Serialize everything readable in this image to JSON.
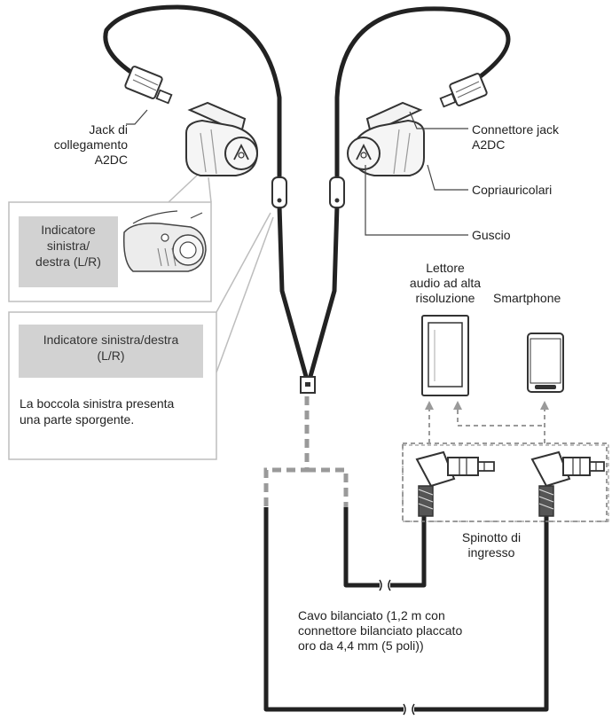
{
  "labels": {
    "jack_connection": "Jack di\ncollegamento\nA2DC",
    "connector_jack": "Connettore jack\nA2DC",
    "ear_tips": "Copriauricolari",
    "housing": "Guscio",
    "player": "Lettore\naudio ad alta\nrisoluzione",
    "smartphone": "Smartphone",
    "input_plug": "Spinotto di\ningresso",
    "balanced_cable": "Cavo bilanciato (1,2 m con\nconnettore bilanciato placcato\noro da 4,4 mm (5 poli))"
  },
  "callouts": {
    "lr_indicator_small": "Indicatore\nsinistra/\ndestra (L/R)",
    "lr_indicator_large": "Indicatore sinistra/destra\n(L/R)",
    "left_bushing_note": "La boccola sinistra presenta\nuna parte sporgente."
  },
  "colors": {
    "cable": "#222222",
    "dashed": "#9a9a9a",
    "gray_box": "#d2d2d2"
  }
}
